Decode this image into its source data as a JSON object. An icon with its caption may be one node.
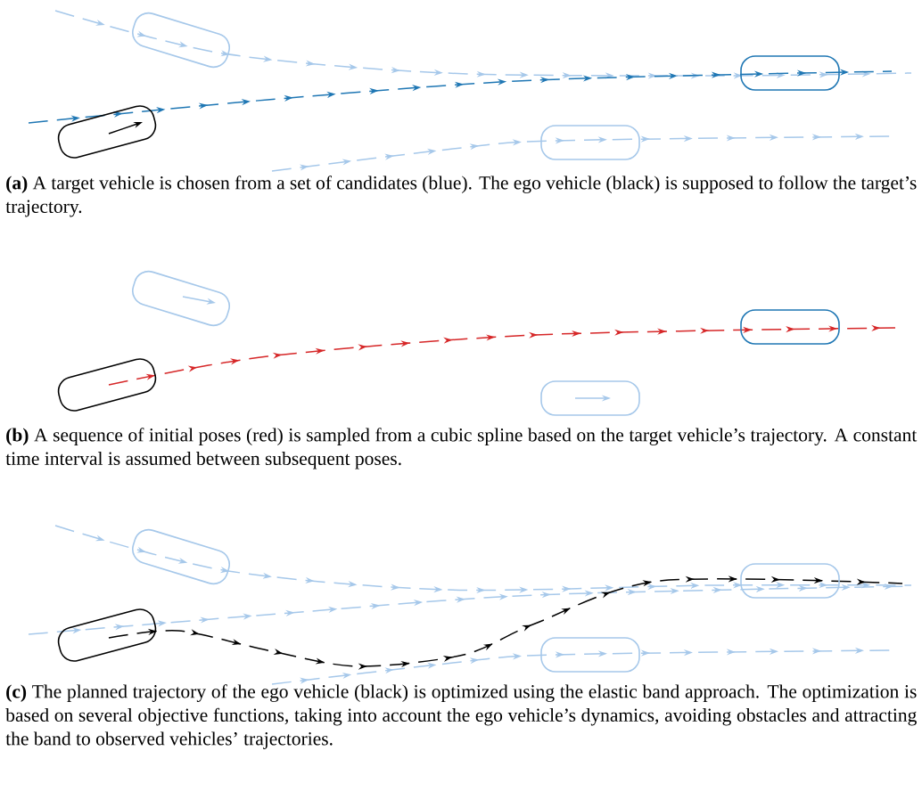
{
  "diagram": {
    "nodes": [
      {
        "text": [],
        "shape": "box"
      },
      {
        "text": [],
        "shape": "box"
      },
      {
        "text": [],
        "shape": "box"
      },
      {
        "text": [],
        "shape": "box"
      },
      {
        "text": [],
        "shape": "box"
      },
      {
        "text": [],
        "shape": "box"
      },
      {
        "text": [],
        "shape": "box"
      },
      {
        "text": [],
        "shape": "box"
      },
      {
        "text": [],
        "shape": "box"
      },
      {
        "text": [],
        "shape": "box"
      },
      {
        "text": [],
        "shape": "box"
      },
      {
        "text": [],
        "shape": "box"
      }
    ],
    "labels": [
      "**(a)** A target vehicle is chosen from a set of candidates (blue). The ego vehicle (black) is supposed to follow the target’s trajectory.",
      "**(b)** A sequence of initial poses (red) is sampled from a cubic spline based on the target vehicle’s trajectory. A constant time interval is assumed between subsequent poses.",
      "**(c)** The planned trajectory of the ego vehicle (black) is optimized using the elastic band approach. The optimization is based on several objective functions, taking into account the ego vehicle’s dynamics, avoiding obstacles and attracting the band to observed vehicles’ trajectories."
    ]
  }
}
